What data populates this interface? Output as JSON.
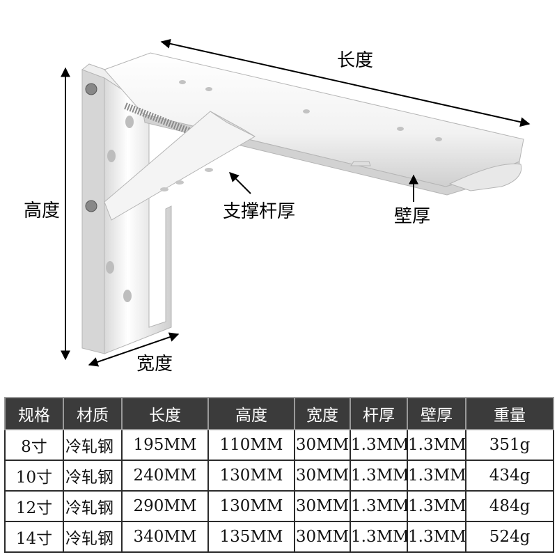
{
  "diagram": {
    "labels": {
      "length": "长度",
      "height": "高度",
      "width": "宽度",
      "brace_thickness": "支撑杆厚",
      "wall_thickness": "壁厚"
    }
  },
  "table": {
    "headers": [
      "规格",
      "材质",
      "长度",
      "高度",
      "宽度",
      "杆厚",
      "壁厚",
      "重量"
    ],
    "rows": [
      [
        "8寸",
        "冷轧钢",
        "195MM",
        "110MM",
        "30MM",
        "1.3MM",
        "1.3MM",
        "351g"
      ],
      [
        "10寸",
        "冷轧钢",
        "240MM",
        "130MM",
        "30MM",
        "1.3MM",
        "1.3MM",
        "434g"
      ],
      [
        "12寸",
        "冷轧钢",
        "290MM",
        "130MM",
        "30MM",
        "1.3MM",
        "1.3MM",
        "484g"
      ],
      [
        "14寸",
        "冷轧钢",
        "340MM",
        "135MM",
        "30MM",
        "1.3MM",
        "1.3MM",
        "524g"
      ]
    ]
  }
}
